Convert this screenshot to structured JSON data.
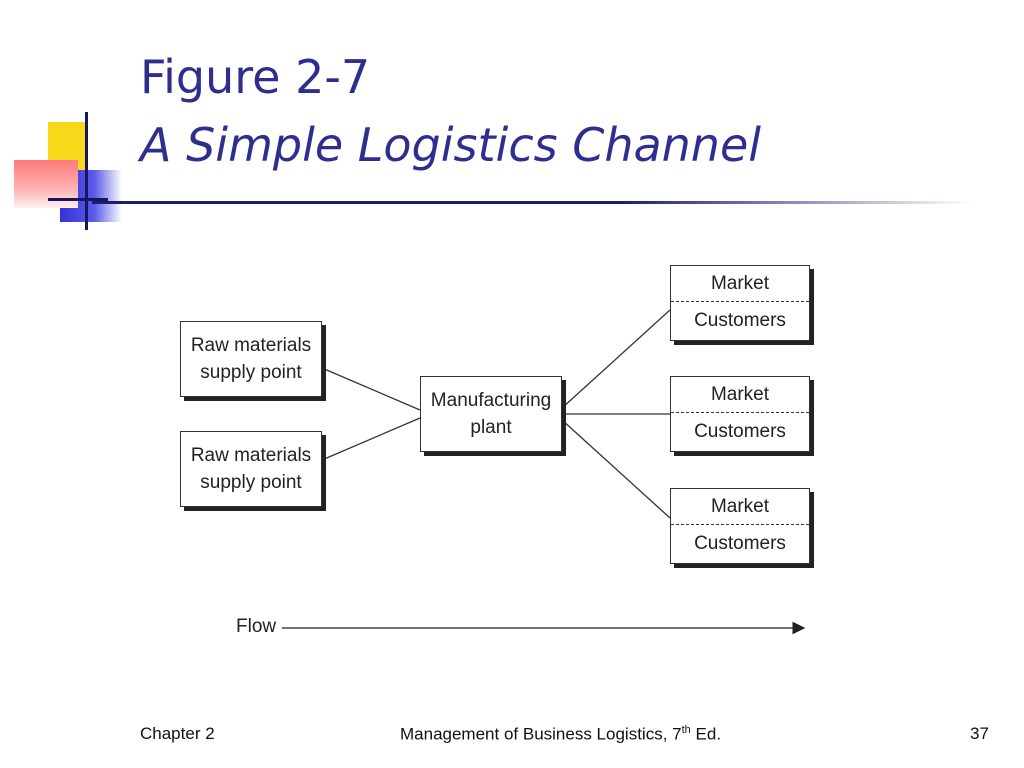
{
  "slide": {
    "title_line1": "Figure 2-7",
    "title_line2": "A Simple Logistics Channel",
    "accent_color": "#2e2e8f"
  },
  "diagram": {
    "raw_materials": [
      {
        "line1": "Raw materials",
        "line2": "supply point"
      },
      {
        "line1": "Raw materials",
        "line2": "supply point"
      }
    ],
    "manufacturing": {
      "line1": "Manufacturing",
      "line2": "plant"
    },
    "markets": [
      {
        "top": "Market",
        "bottom": "Customers"
      },
      {
        "top": "Market",
        "bottom": "Customers"
      },
      {
        "top": "Market",
        "bottom": "Customers"
      }
    ],
    "flow_label": "Flow"
  },
  "footer": {
    "left": "Chapter 2",
    "center_main": "Management of Business Logistics, 7",
    "center_sup": "th",
    "center_end": " Ed.",
    "right": "37"
  }
}
